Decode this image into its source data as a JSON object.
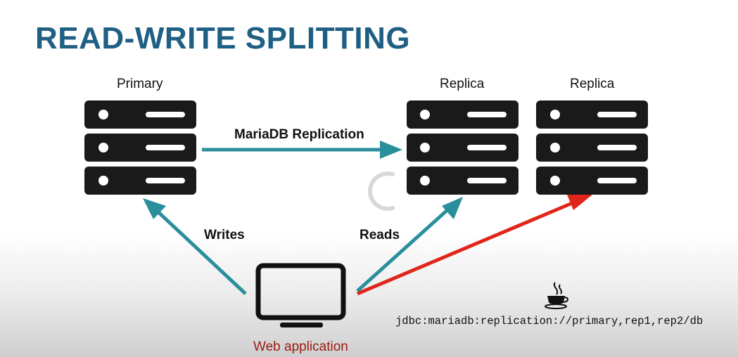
{
  "slide": {
    "title": "READ-WRITE SPLITTING"
  },
  "servers": [
    {
      "id": "primary",
      "label": "Primary"
    },
    {
      "id": "replica-1",
      "label": "Replica"
    },
    {
      "id": "replica-2",
      "label": "Replica"
    }
  ],
  "arrows": {
    "replication_label": "MariaDB Replication",
    "writes_label": "Writes",
    "reads_label": "Reads"
  },
  "client": {
    "label": "Web application"
  },
  "connection_string": "jdbc:mariadb:replication://primary,rep1,rep2/db",
  "colors": {
    "title": "#1f5f84",
    "teal_arrow": "#2a8f9c",
    "red_arrow": "#e0261b",
    "server_fill": "#1a1a1a",
    "web_label": "#9b1b10"
  },
  "icons": [
    "server-stack-icon",
    "monitor-icon",
    "java-icon",
    "loading-spinner-icon"
  ]
}
